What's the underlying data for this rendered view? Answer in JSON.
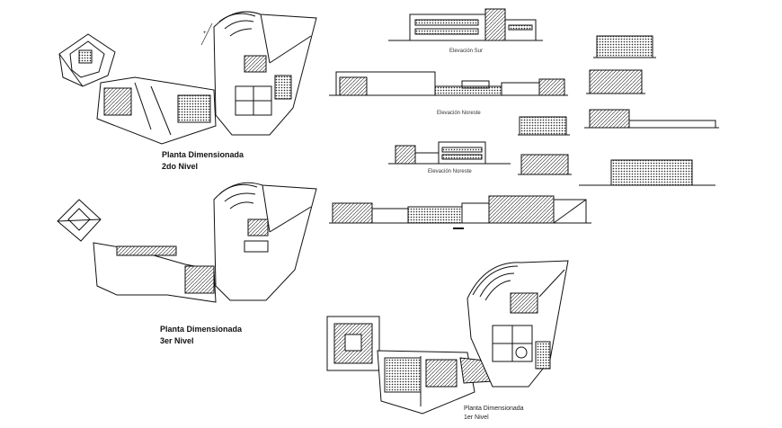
{
  "sheet": {
    "background": "#ffffff",
    "line_color": "#111111"
  },
  "plans": [
    {
      "id": "plan-2do-nivel",
      "title_line1": "Planta Dimensionada",
      "title_line2": "2do Nivel"
    },
    {
      "id": "plan-3er-nivel",
      "title_line1": "Planta Dimensionada",
      "title_line2": "3er Nivel"
    },
    {
      "id": "plan-1er-nivel",
      "title_line1": "Planta Dimensionada",
      "title_line2": "1er Nivel"
    }
  ],
  "elevations": {
    "sur": "Elevación Sur",
    "noreste_1": "Elevación Noreste",
    "noreste_2": "Elevación Noreste"
  }
}
